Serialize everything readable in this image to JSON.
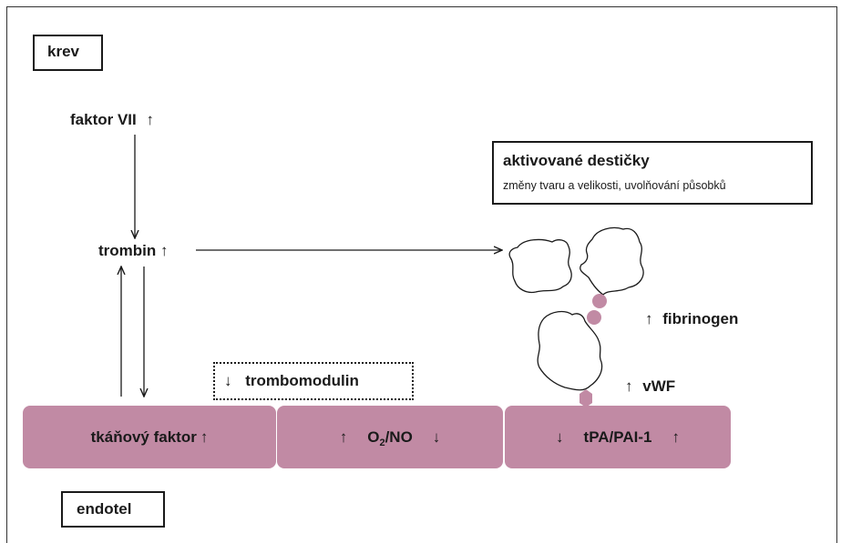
{
  "labels": {
    "blood": "krev",
    "endothelium": "endotel",
    "factor_vii": "faktor VII",
    "thrombin": "trombin",
    "thrombomodulin": "trombomodulin",
    "fibrinogen": "fibrinogen",
    "vwf": "vWF"
  },
  "platelets_box": {
    "title": "aktivované destičky",
    "subtitle": "změny tvaru a velikosti, uvolňování působků"
  },
  "endothelium_cells": [
    {
      "prefix": "tkáňový faktor",
      "suffix": "↑"
    },
    {
      "prefix": "↑",
      "middle_main": "O",
      "middle_sub": "2",
      "middle_rest": "/NO",
      "suffix": "↓"
    },
    {
      "prefix": "↓",
      "middle_main": "tPA/PAI-1",
      "suffix": "↑"
    }
  ],
  "symbols": {
    "up": "↑",
    "down": "↓"
  },
  "colors": {
    "cell_fill": "#c18aa4",
    "node_fill": "#c18aa4",
    "line": "#1a1a1a"
  }
}
